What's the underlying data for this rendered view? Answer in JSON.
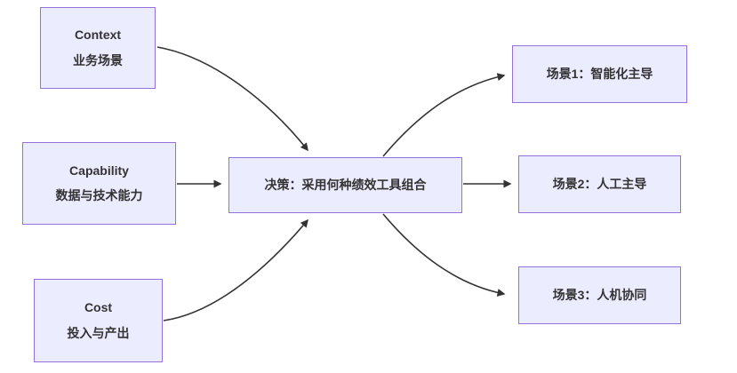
{
  "diagram": {
    "type": "flowchart",
    "direction": "left-to-right",
    "colors": {
      "node_fill": "#ECECFF",
      "node_border": "#9370DB",
      "text": "#333333",
      "arrow": "#333333",
      "background": "#FFFFFF"
    },
    "nodes": {
      "context": {
        "title": "Context",
        "subtitle": "业务场景"
      },
      "capability": {
        "title": "Capability",
        "subtitle": "数据与技术能力"
      },
      "cost": {
        "title": "Cost",
        "subtitle": "投入与产出"
      },
      "decision": {
        "label": "决策：采用何种绩效工具组合"
      },
      "scene1": {
        "label": "场景1：智能化主导"
      },
      "scene2": {
        "label": "场景2：人工主导"
      },
      "scene3": {
        "label": "场景3：人机协同"
      }
    },
    "edges": [
      {
        "from": "context",
        "to": "decision"
      },
      {
        "from": "capability",
        "to": "decision"
      },
      {
        "from": "cost",
        "to": "decision"
      },
      {
        "from": "decision",
        "to": "scene1"
      },
      {
        "from": "decision",
        "to": "scene2"
      },
      {
        "from": "decision",
        "to": "scene3"
      }
    ]
  }
}
